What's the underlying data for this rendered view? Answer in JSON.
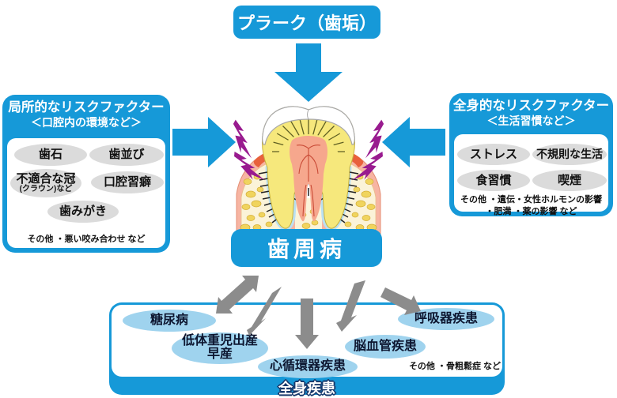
{
  "plaque_box": {
    "label": "プラーク（歯垢）"
  },
  "periodontal_box": {
    "label": "歯周病"
  },
  "local_risk": {
    "title": "局所的なリスクファクター",
    "subtitle": "＜口腔内の環境など＞",
    "items": [
      {
        "label": "歯石"
      },
      {
        "label": "歯並び"
      },
      {
        "label": "不適合な冠",
        "sub": "(クラウン)など"
      },
      {
        "label": "口腔習癖"
      },
      {
        "label": "歯みがき"
      }
    ],
    "note": "その他 ・悪い咬み合わせ など"
  },
  "systemic_risk": {
    "title": "全身的なリスクファクター",
    "subtitle": "＜生活習慣など＞",
    "items": [
      {
        "label": "ストレス"
      },
      {
        "label": "不規則な生活"
      },
      {
        "label": "食習慣"
      },
      {
        "label": "喫煙"
      }
    ],
    "note_line1": "その他 ・遺伝・女性ホルモンの影響",
    "note_line2": "・肥満 ・薬の影響 など"
  },
  "systemic_disease": {
    "band_label": "全身疾患",
    "items": [
      {
        "label": "糖尿病"
      },
      {
        "label": "低体重児出産",
        "label2": "早産"
      },
      {
        "label": "心循環器疾患"
      },
      {
        "label": "脳血管疾患"
      },
      {
        "label": "呼吸器疾患"
      }
    ],
    "note": "その他 ・骨粗鬆症 など"
  },
  "colors": {
    "primary_blue": "#1699D8",
    "light_blue": "#9FD3EE",
    "ellipse_gray": "#DBDBDB",
    "arrow_gray": "#8C8C8C",
    "lightning_purple": "#991B8F",
    "band_outline": "#17386B"
  }
}
